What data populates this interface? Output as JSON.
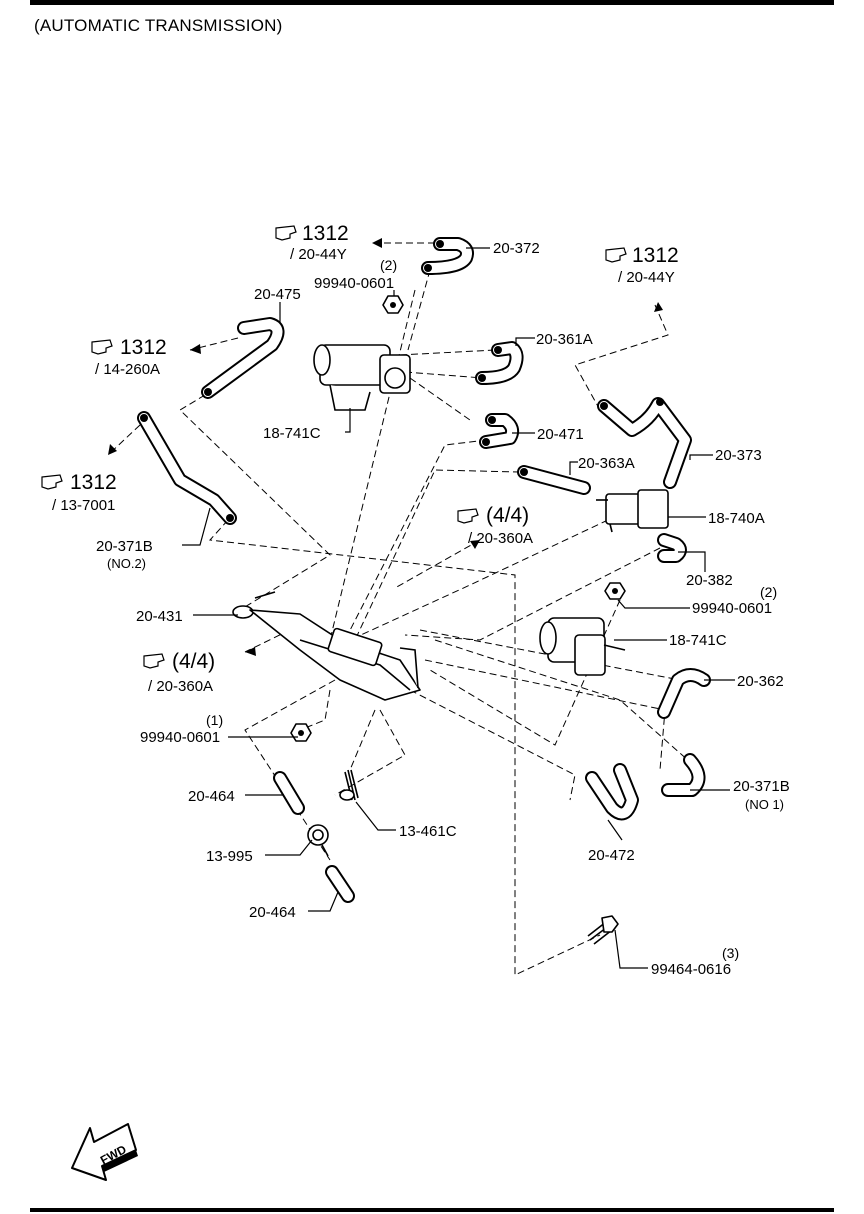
{
  "heading": "(AUTOMATIC TRANSMISSION)",
  "refs": [
    {
      "id": "r1",
      "main": "1312",
      "sub": "/ 20-44Y"
    },
    {
      "id": "r2",
      "main": "1312",
      "sub": "/ 20-44Y"
    },
    {
      "id": "r3",
      "main": "1312",
      "sub": "/ 14-260A"
    },
    {
      "id": "r4",
      "main": "1312",
      "sub": "/ 13-7001"
    },
    {
      "id": "r5",
      "main": "(4/4)",
      "sub": "/ 20-360A"
    },
    {
      "id": "r6",
      "main": "(4/4)",
      "sub": "/ 20-360A"
    }
  ],
  "labels": {
    "p20_372": "20-372",
    "q2a": "(2)",
    "p99940_a": "99940-0601",
    "p20_475": "20-475",
    "p20_361A": "20-361A",
    "p18_741C_a": "18-741C",
    "p20_471": "20-471",
    "p20_373": "20-373",
    "p20_363A": "20-363A",
    "p18_740A": "18-740A",
    "p20_371B_a": "20-371B",
    "no2": "(NO.2)",
    "p20_382": "20-382",
    "q2b": "(2)",
    "p99940_b": "99940-0601",
    "p20_431": "20-431",
    "p18_741C_b": "18-741C",
    "p20_362": "20-362",
    "q1": "(1)",
    "p99940_c": "99940-0601",
    "p20_371B_b": "20-371B",
    "no1": "(NO 1)",
    "p20_464_a": "20-464",
    "p13_461C": "13-461C",
    "p13_995": "13-995",
    "p20_472": "20-472",
    "p20_464_b": "20-464",
    "q3": "(3)",
    "p99464": "99464-0616"
  },
  "fwd": "FWD"
}
